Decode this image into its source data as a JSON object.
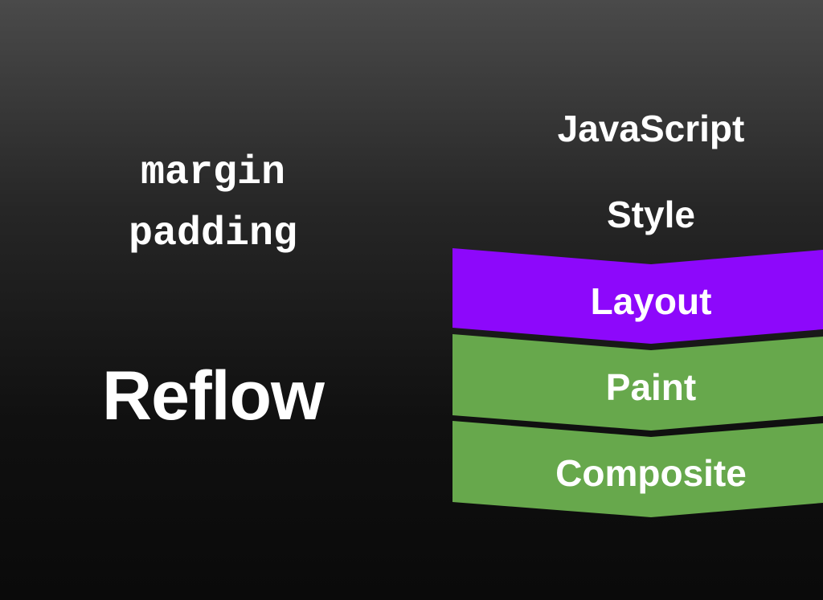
{
  "properties": [
    "margin",
    "padding"
  ],
  "trigger_label": "Reflow",
  "pipeline": {
    "stages": [
      {
        "label": "JavaScript",
        "highlight": "none"
      },
      {
        "label": "Style",
        "highlight": "none"
      },
      {
        "label": "Layout",
        "highlight": "purple"
      },
      {
        "label": "Paint",
        "highlight": "green"
      },
      {
        "label": "Composite",
        "highlight": "green"
      }
    ],
    "colors": {
      "purple": "#8d08fb",
      "green": "#67a84c"
    }
  }
}
